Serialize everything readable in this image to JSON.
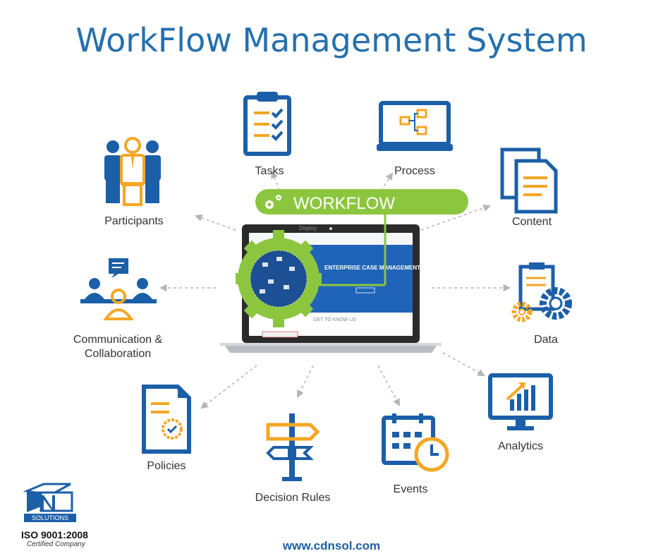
{
  "title": "WorkFlow Management System",
  "center": {
    "badge": "WORKFLOW",
    "screen_heading": "ENTERPRISE CASE MANAGEMENT",
    "screen_sub": "GET TO KNOW US",
    "top_tab": "Deploy"
  },
  "nodes": {
    "tasks": "Tasks",
    "process": "Process",
    "content": "Content",
    "data": "Data",
    "analytics": "Analytics",
    "events": "Events",
    "decision_rules": "Decision Rules",
    "policies": "Policies",
    "communication_line1": "Communication &",
    "communication_line2": "Collaboration",
    "participants": "Participants"
  },
  "footer": {
    "url": "www.cdnsol.com",
    "logo_text": "SOLUTIONS",
    "iso": "ISO 9001:2008",
    "certified": "Certified Company"
  },
  "colors": {
    "blue": "#1b5fa8",
    "orange": "#f5a623",
    "green": "#8cc63f",
    "title": "#2470ad"
  }
}
